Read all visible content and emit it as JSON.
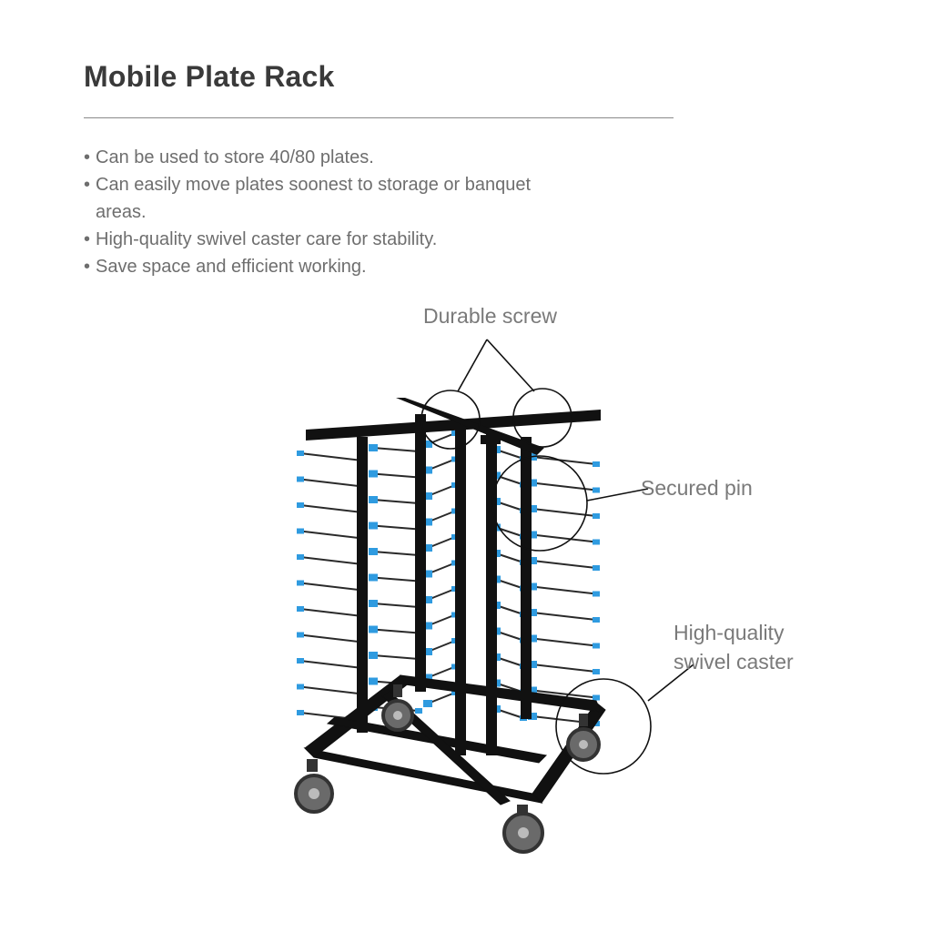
{
  "page": {
    "title": "Mobile Plate Rack",
    "bullets": [
      "Can be used to store 40/80 plates.",
      "Can easily move plates soonest to storage or banquet areas.",
      "High-quality swivel caster care for stability.",
      "Save space and efficient working."
    ],
    "bullet_marker": "•"
  },
  "callouts": {
    "screw": "Durable screw",
    "pin": "Secured pin",
    "caster_line1": "High-quality",
    "caster_line2": "swivel caster"
  },
  "colors": {
    "frame": "#111111",
    "pin_blue": "#2f9be0",
    "rod": "#2a2a2a",
    "text": "#6e6e6e",
    "title": "#3a3a3a"
  }
}
